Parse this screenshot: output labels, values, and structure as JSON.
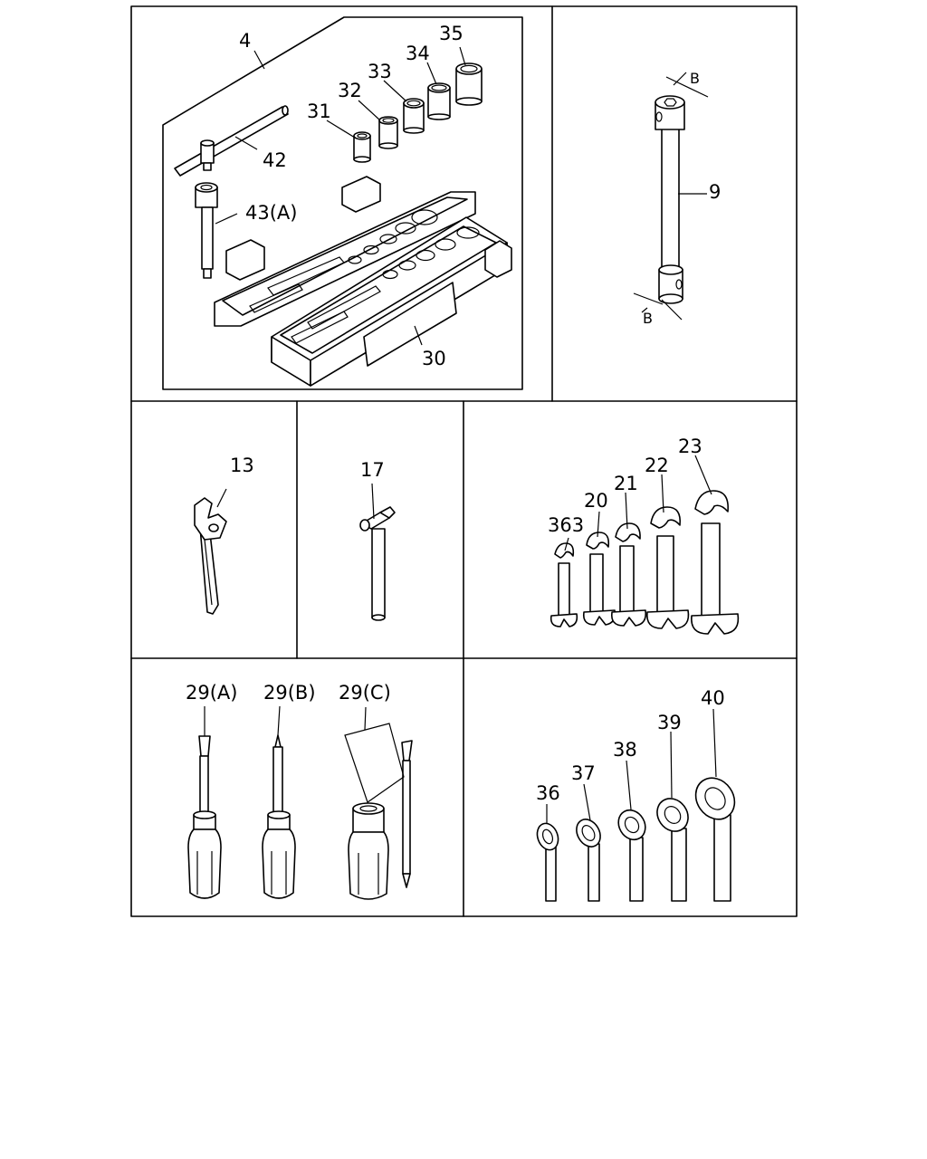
{
  "labels": {
    "p4": "4",
    "p35": "35",
    "p34": "34",
    "p33": "33",
    "p32": "32",
    "p31": "31",
    "p42": "42",
    "p43a": "43(A)",
    "p30": "30",
    "p9": "9",
    "b_top": "B",
    "b_bottom": "B",
    "p13": "13",
    "p17": "17",
    "p363": "363",
    "p20": "20",
    "p21": "21",
    "p22": "22",
    "p23": "23",
    "p29a": "29(A)",
    "p29b": "29(B)",
    "p29c": "29(C)",
    "p36": "36",
    "p37": "37",
    "p38": "38",
    "p39": "39",
    "p40": "40"
  },
  "icons": [
    "socket-set-case-icon",
    "lug-wrench-icon",
    "adjustable-wrench-icon",
    "hammer-icon",
    "open-end-wrench-icon",
    "screwdriver-icon",
    "box-end-wrench-icon"
  ]
}
